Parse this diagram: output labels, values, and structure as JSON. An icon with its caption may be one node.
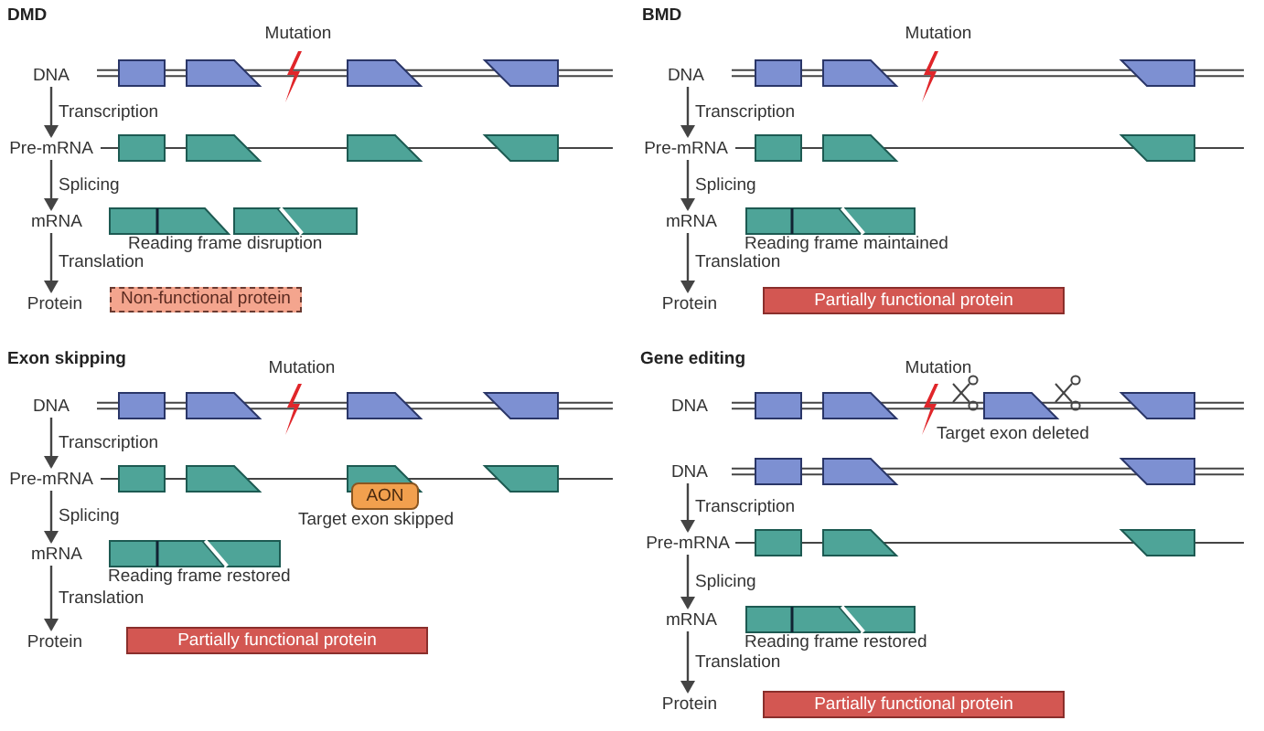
{
  "diagram": {
    "nodes": [
      {
        "text": [
          "DNA"
        ]
      },
      {
        "text": [
          "Pre-mRNA"
        ]
      },
      {
        "text": [
          "mRNA"
        ]
      },
      {
        "text": [
          "Protein"
        ]
      },
      {
        "text": [
          "Non-functional protein"
        ]
      },
      {
        "text": [
          "DNA"
        ]
      },
      {
        "text": [
          "Pre-mRNA"
        ]
      },
      {
        "text": [
          "mRNA"
        ]
      },
      {
        "text": [
          "Protein"
        ]
      },
      {
        "text": [
          "Partially functional protein"
        ]
      },
      {
        "text": [
          "DNA"
        ]
      },
      {
        "text": [
          "Pre-mRNA"
        ]
      },
      {
        "text": [
          "AON"
        ]
      },
      {
        "text": [
          "mRNA"
        ]
      },
      {
        "text": [
          "Protein"
        ]
      },
      {
        "text": [
          "Partially functional protein"
        ]
      },
      {
        "text": [
          "DNA"
        ]
      },
      {
        "text": [
          "DNA"
        ]
      },
      {
        "text": [
          "Pre-mRNA"
        ]
      },
      {
        "text": [
          "mRNA"
        ]
      },
      {
        "text": [
          "Protein"
        ]
      },
      {
        "text": [
          "Partially functional protein"
        ]
      }
    ],
    "edges": [
      {
        "from": 0,
        "to": 1,
        "arrow": "to",
        "label": "Transcription"
      },
      {
        "from": 1,
        "to": 2,
        "arrow": "to",
        "label": "Splicing"
      },
      {
        "from": 2,
        "to": 3,
        "arrow": "to",
        "label": "Translation"
      },
      {
        "from": 5,
        "to": 6,
        "arrow": "to",
        "label": "Transcription"
      },
      {
        "from": 6,
        "to": 7,
        "arrow": "to",
        "label": "Splicing"
      },
      {
        "from": 7,
        "to": 8,
        "arrow": "to",
        "label": "Translation"
      },
      {
        "from": 10,
        "to": 11,
        "arrow": "to",
        "label": "Transcription"
      },
      {
        "from": 11,
        "to": 13,
        "arrow": "to",
        "label": "Splicing"
      },
      {
        "from": 13,
        "to": 14,
        "arrow": "to",
        "label": "Translation"
      },
      {
        "from": 17,
        "to": 18,
        "arrow": "to",
        "label": "Transcription"
      },
      {
        "from": 18,
        "to": 19,
        "arrow": "to",
        "label": "Splicing"
      },
      {
        "from": 19,
        "to": 20,
        "arrow": "to",
        "label": "Translation"
      }
    ],
    "labels": [
      "DMD",
      "Mutation",
      "Reading frame disruption",
      "BMD",
      "Mutation",
      "Reading frame maintained",
      "Exon skipping",
      "Mutation",
      "Target exon skipped",
      "Reading frame restored",
      "Gene editing",
      "Mutation",
      "Target exon deleted",
      "Reading frame restored"
    ]
  }
}
